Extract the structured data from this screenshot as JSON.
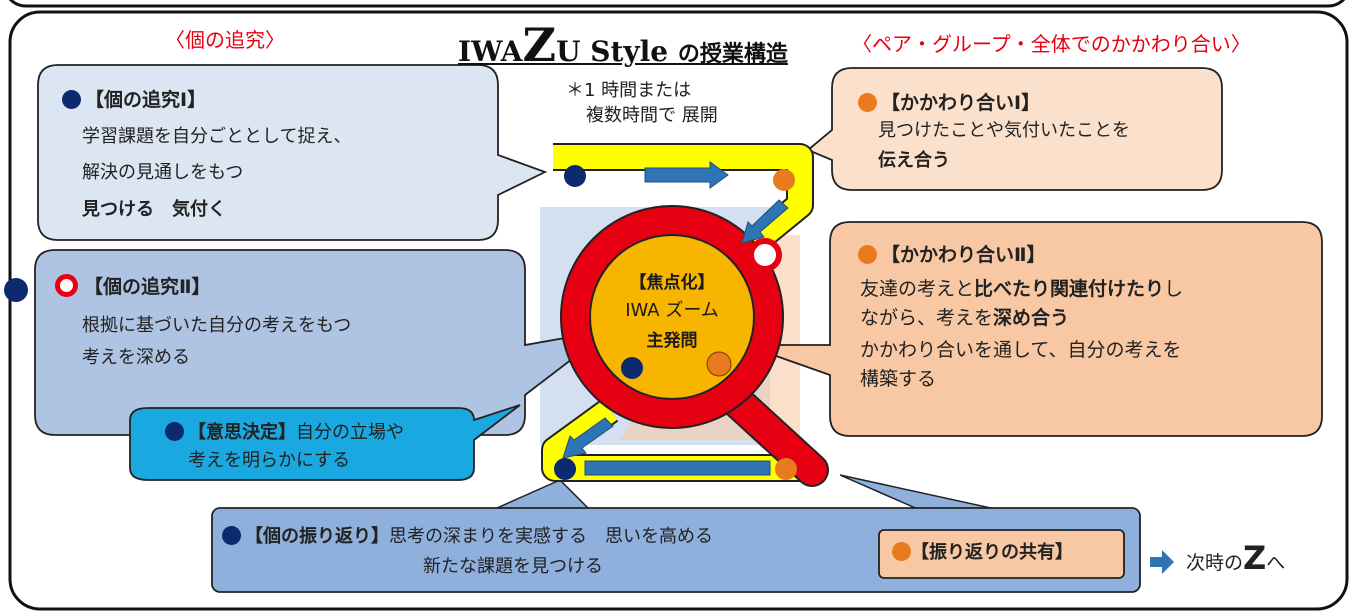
{
  "heading": {
    "left_tag": "〈個の追究〉",
    "title_prefix": "IWA",
    "title_z": "Z",
    "title_rest": "U Style",
    "title_jp": "の授業構造",
    "right_tag": "〈ペア・グループ・全体でのかかわり合い〉"
  },
  "note": {
    "line1": "＊1 時間または",
    "line2": "複数時間で  展開"
  },
  "individual_1": {
    "header": "【個の追究Ⅰ】",
    "line1": "学習課題を自分ごととして捉え、",
    "line2": "解決の見通しをもつ",
    "keywords": "見つける　気付く"
  },
  "individual_2": {
    "header": "【個の追究Ⅱ】",
    "line1": "根拠に基づいた自分の考えをもつ",
    "line2": "考えを深める"
  },
  "decision": {
    "header": "【意思決定】",
    "line1": "自分の立場や",
    "line2": "考えを明らかにする"
  },
  "interaction_1": {
    "header": "【かかわり合いⅠ】",
    "line1": "見つけたことや気付いたことを",
    "line2": "伝え合う"
  },
  "interaction_2": {
    "header": "【かかわり合いⅡ】",
    "l1a": "友達の考えと",
    "l1b": "比べたり関連付けたり",
    "l1c": "し",
    "l2a": "ながら、考えを",
    "l2b": "深め合う",
    "line3": "かかわり合いを通して、自分の考えを",
    "line4": "構築する"
  },
  "focus": {
    "line1": "【焦点化】",
    "line2": "IWA ズーム",
    "line3": "主発問"
  },
  "reflection": {
    "header": "【個の振り返り】",
    "line1": "思考の深まりを実感する　思いを高める",
    "line2": "新たな課題を見つける",
    "shared": "【振り返りの共有】"
  },
  "next": {
    "text": "次時の",
    "z": "Z",
    "suffix": "へ"
  },
  "colors": {
    "navy_dot": "#0d2a6e",
    "orange_dot": "#e97a1e",
    "accent_red": "#e60012",
    "z_yellow": "#ffff00",
    "lens_yellow": "#f7b500"
  }
}
